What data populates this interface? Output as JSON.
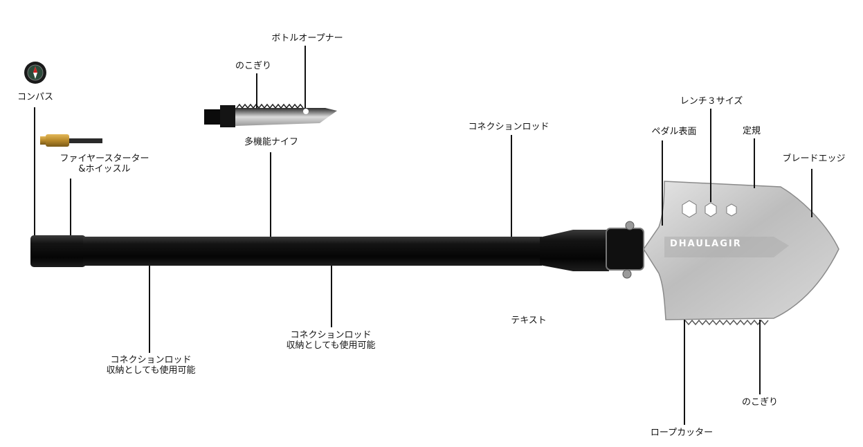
{
  "labels": {
    "compass": "コンパス",
    "fire_starter_1": "ファイヤースターター",
    "fire_starter_2": "&ホイッスル",
    "saw_knife": "のこぎり",
    "bottle_opener": "ボトルオープナー",
    "multi_knife": "多機能ナイフ",
    "rod_top": "コネクションロッド",
    "rod_store_1_a": "コネクションロッド",
    "rod_store_1_b": "収納としても使用可能",
    "rod_store_2_a": "コネクションロッド",
    "rod_store_2_b": "収納としても使用可能",
    "text_placeholder": "テキスト",
    "pedal_surface": "ペダル表面",
    "wrench": "レンチ３サイズ",
    "ruler": "定規",
    "blade_edge": "ブレードエッジ",
    "saw_shovel": "のこぎり",
    "rope_cutter": "ロープカッター"
  },
  "shovel_brand": "DHAULAGIR",
  "colors": {
    "handle": "#0b0b0b",
    "blade": "#c9c9c9",
    "brass": "#b8892a",
    "text": "#111111"
  }
}
